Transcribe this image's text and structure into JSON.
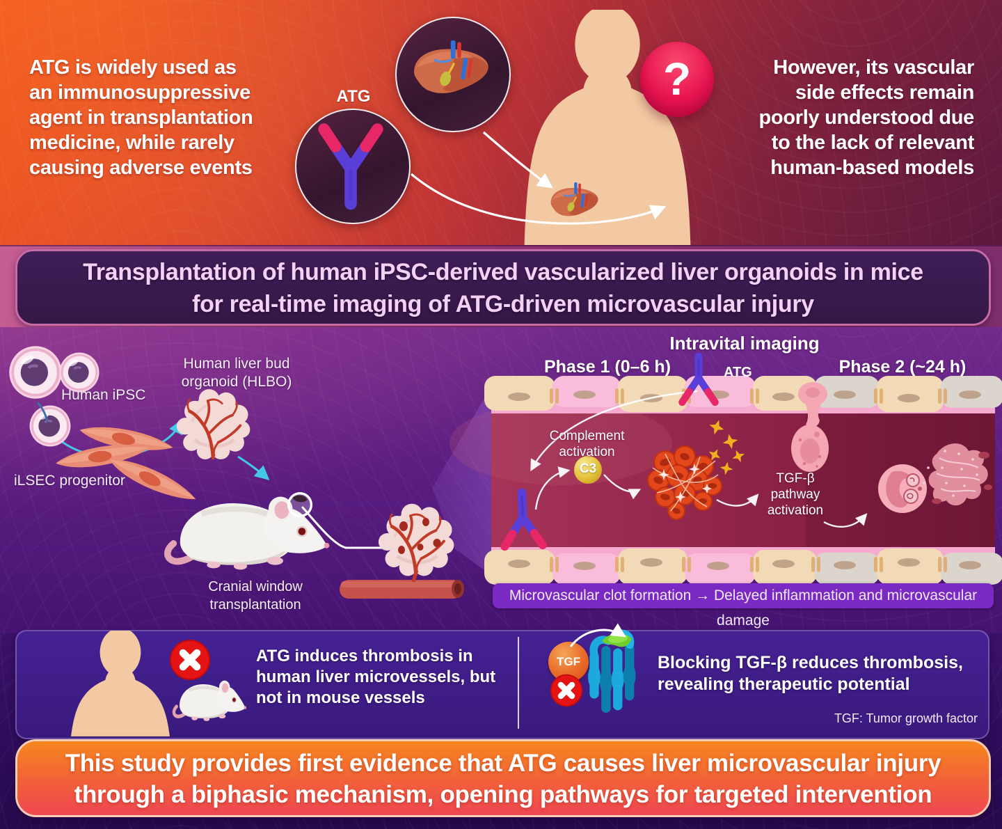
{
  "top": {
    "left_lines": [
      "ATG is widely used as",
      "an immunosuppressive",
      "agent in transplantation",
      "medicine, while rarely",
      "causing adverse events"
    ],
    "atg_label": "ATG",
    "question_mark": "?",
    "right_lines": [
      "However, its vascular",
      "side effects remain",
      "poorly understood due",
      "to the lack of relevant",
      "human-based models"
    ]
  },
  "title_banner": {
    "line1": "Transplantation of human iPSC-derived vascularized liver organoids in mice",
    "line2": "for real-time imaging of ATG-driven microvascular injury"
  },
  "middle": {
    "human_ipsc_label": "Human iPSC",
    "ilsec_label": "iLSEC progenitor",
    "hlbo_line1": "Human liver bud",
    "hlbo_line2": "organoid (HLBO)",
    "cranial_line1": "Cranial window",
    "cranial_line2": "transplantation"
  },
  "imaging": {
    "title": "Intravital imaging",
    "phase1_label": "Phase 1 (0–6 h)",
    "phase2_label": "Phase 2 (~24 h)",
    "atg_label": "ATG",
    "complement_line1": "Complement",
    "complement_line2": "activation",
    "c3_label": "C3",
    "tgf_line1": "TGF-β",
    "tgf_line2": "pathway",
    "tgf_line3": "activation",
    "caption": "Microvascular clot formation  →  Delayed inflammation and microvascular damage"
  },
  "findings": {
    "left_lines": [
      "ATG induces thrombosis in",
      "human liver microvessels, but",
      "not in mouse vessels"
    ],
    "tgf_badge": "TGF",
    "right_lines": [
      "Blocking TGF-β reduces thrombosis,",
      "revealing therapeutic potential"
    ],
    "footnote": "TGF: Tumor growth factor"
  },
  "conclusion": {
    "line1": "This study provides first evidence that ATG causes liver microvascular injury",
    "line2": "through a biphasic mechanism, opening pathways for targeted intervention"
  },
  "colors": {
    "accent_cyan": "#45C7EA",
    "c3_yellow": "#E8C53F",
    "alert_red": "#E41414",
    "tgf_orange": "#E86A28",
    "caption_purple": "#7A2AC2",
    "banner_border_pink": "#C56BA6",
    "conclusion_orange": "#F5831F",
    "conclusion_red": "#EF4752"
  }
}
